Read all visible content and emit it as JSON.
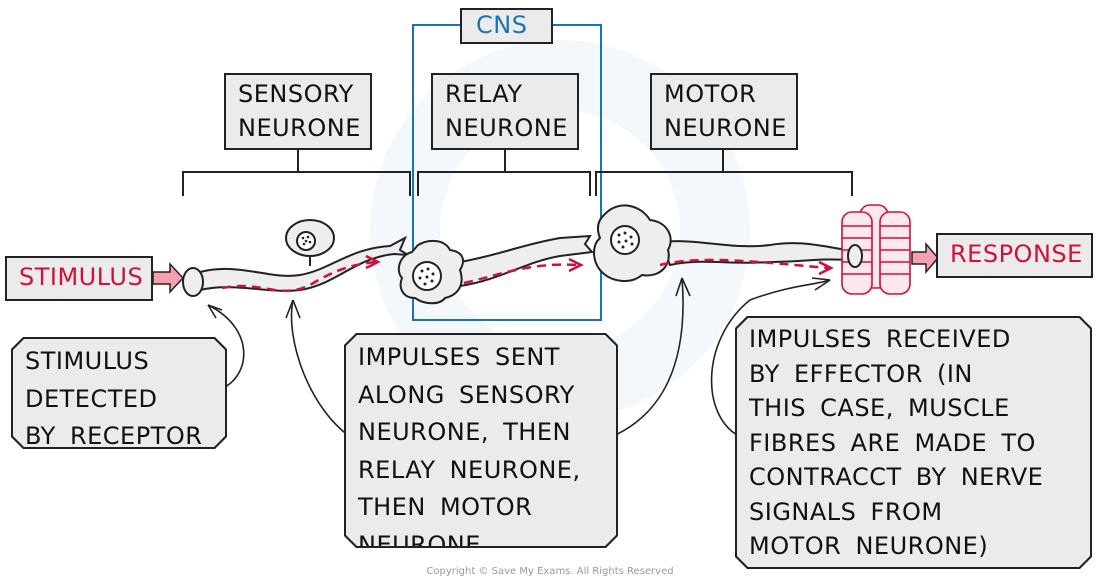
{
  "diagram": {
    "title": "Reflex arc: stimulus to response",
    "cns_label": "CNS",
    "neurone_labels": {
      "sensory": "SENSORY\nNEURONE",
      "relay": "RELAY\nNEURONE",
      "motor": "MOTOR\nNEURONE"
    },
    "stimulus_label": "STIMULUS",
    "response_label": "RESPONSE",
    "notes": {
      "receptor": "STIMULUS\nDETECTED\nBY RECEPTOR",
      "impulses_sent": "IMPULSES SENT\nALONG SENSORY\nNEURONE, THEN\nRELAY NEURONE,\nTHEN MOTOR\nNEURONE",
      "effector": "IMPULSES RECEIVED\nBY EFFECTOR (IN\nTHIS CASE, MUSCLE\nFIBRES ARE MADE TO\nCONTRACCT BY NERVE\nSIGNALS FROM\nMOTOR NEURONE)"
    },
    "copyright": "Copyright © Save My Exams. All Rights Reserved",
    "colors": {
      "cns_blue": "#1a73b8",
      "impulse_red": "#d0103a",
      "arrow_pink": "#f4a0b0",
      "box_grey": "#ebebeb",
      "muscle_fill": "#fde8ee"
    }
  }
}
